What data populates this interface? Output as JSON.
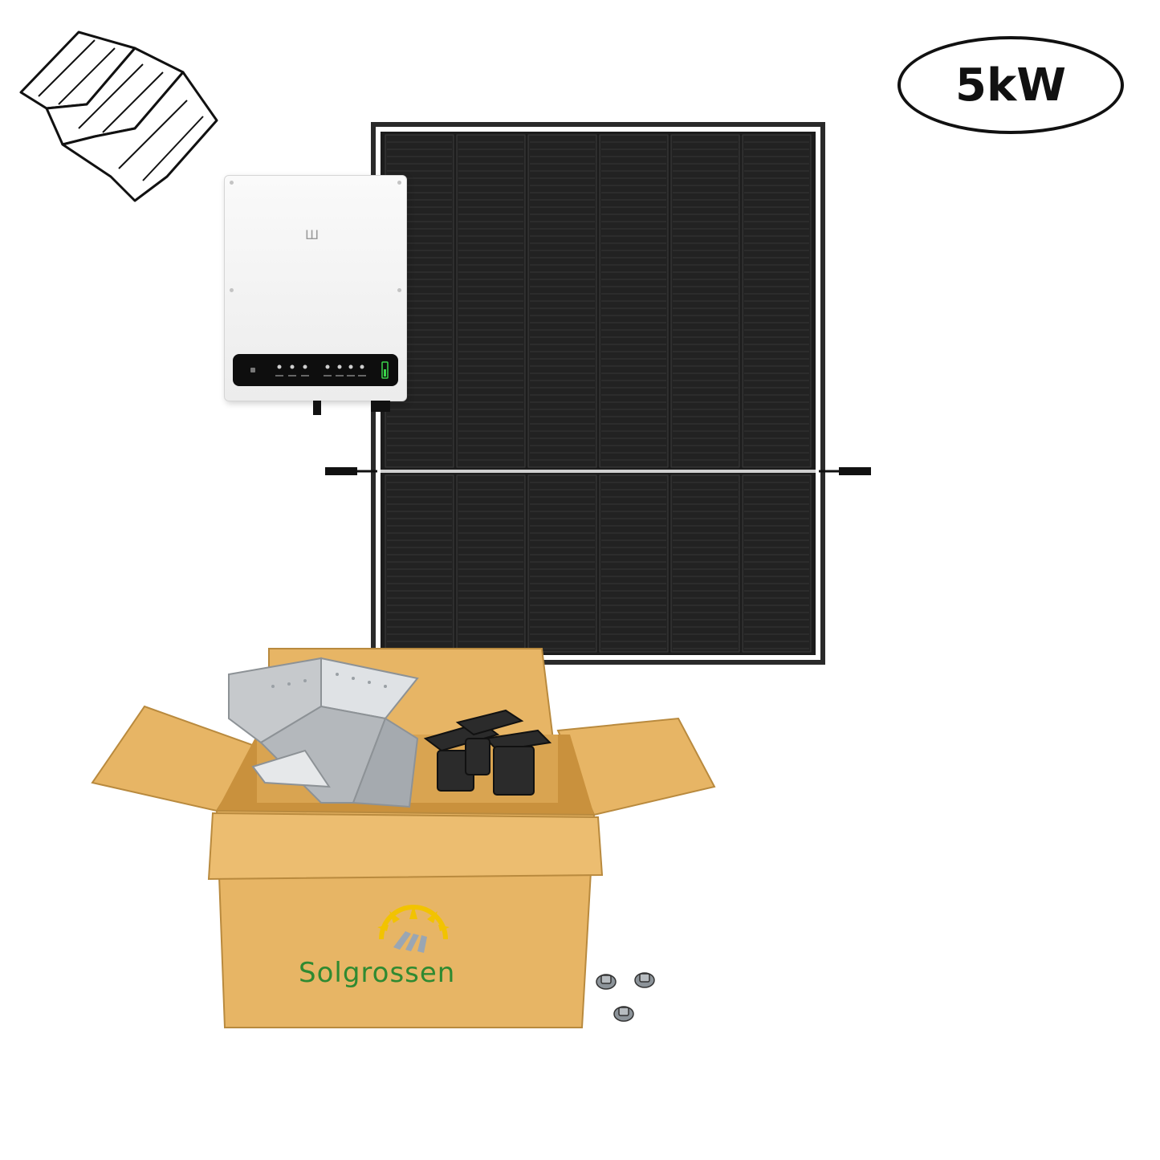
{
  "badge": {
    "text": "5kW"
  },
  "box": {
    "brand_text": "Solgrossen"
  },
  "colors": {
    "panel_cell": "#1c1c1c",
    "panel_frame": "#2a2a2a",
    "cardboard": "#e7b565",
    "cardboard_dark": "#c9913d",
    "brand_green": "#2f8a31",
    "brand_yellow": "#f2c300"
  },
  "icons": [
    "corrugated-roof-icon",
    "solar-panel",
    "inverter",
    "mounting-rails",
    "panel-clamps",
    "self-tapping-screws",
    "sun-logo-icon"
  ]
}
